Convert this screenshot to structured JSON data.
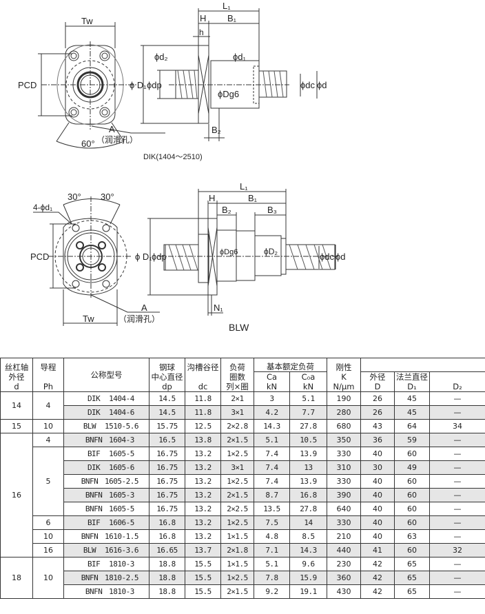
{
  "drawing_top": {
    "tw": "Tw",
    "pcd": "PCD",
    "angle": "60°",
    "a": "A",
    "lube": "（润滑孔）",
    "l1": "L₁",
    "h_upper": "H",
    "b1": "B₁",
    "h_lower": "h",
    "d2": "ϕd₂",
    "d1": "ϕd₁",
    "D1": "ϕ D₁",
    "dp": "ϕdp",
    "dg6": "ϕDg6",
    "dc": "ϕdc",
    "d": "ϕd",
    "b2": "B₂",
    "caption": "DIK(1404～2510)"
  },
  "drawing_bottom": {
    "angle1": "30°",
    "angle2": "30°",
    "holes": "4-ϕd₁",
    "pcd": "PCD",
    "tw": "Tw",
    "a": "A",
    "lube": "（润滑孔）",
    "l1": "L₁",
    "h": "H",
    "b1": "B₁",
    "b2": "B₂",
    "b3": "B₃",
    "D1": "ϕ D₁",
    "dp": "ϕdp",
    "dg6": "ϕDg6",
    "D2": "ϕD₂",
    "dc": "ϕdc",
    "d": "ϕd",
    "n1": "N₁",
    "caption": "BLW"
  },
  "table": {
    "headers": {
      "d": [
        "丝杠轴",
        "外径",
        "d"
      ],
      "ph": [
        "导程",
        "",
        "Ph"
      ],
      "model": [
        "公称型号"
      ],
      "dp": [
        "钢球",
        "中心直径",
        "dp"
      ],
      "dc": [
        "沟槽谷径",
        "",
        "dc"
      ],
      "load": [
        "负荷",
        "圈数",
        "列×圈"
      ],
      "rated": "基本额定负荷",
      "ca": [
        "Ca",
        "kN"
      ],
      "c0a": [
        "C₀a",
        "kN"
      ],
      "k": [
        "刚性",
        "K",
        "N/μm"
      ],
      "D": [
        "外径",
        "D"
      ],
      "D1": [
        "法兰直径",
        "D₁"
      ],
      "D2": [
        "D₂"
      ]
    },
    "groups": [
      {
        "d": "14",
        "leads": [
          {
            "ph": "4",
            "rows": [
              {
                "series": "DIK",
                "model": "1404-4",
                "dp": "14.5",
                "dc": "11.8",
                "turns": "2×1",
                "ca": "3",
                "c0a": "5.1",
                "k": "190",
                "D": "26",
                "D1": "45",
                "D2": "—"
              },
              {
                "series": "DIK",
                "model": "1404-6",
                "dp": "14.5",
                "dc": "11.8",
                "turns": "3×1",
                "ca": "4.2",
                "c0a": "7.7",
                "k": "280",
                "D": "26",
                "D1": "45",
                "D2": "—"
              }
            ]
          }
        ]
      },
      {
        "d": "15",
        "leads": [
          {
            "ph": "10",
            "rows": [
              {
                "series": "BLW",
                "model": "1510-5.6",
                "dp": "15.75",
                "dc": "12.5",
                "turns": "2×2.8",
                "ca": "14.3",
                "c0a": "27.8",
                "k": "680",
                "D": "43",
                "D1": "64",
                "D2": "34"
              }
            ]
          }
        ]
      },
      {
        "d": "16",
        "leads": [
          {
            "ph": "4",
            "rows": [
              {
                "series": "BNFN",
                "model": "1604-3",
                "dp": "16.5",
                "dc": "13.8",
                "turns": "2×1.5",
                "ca": "5.1",
                "c0a": "10.5",
                "k": "350",
                "D": "36",
                "D1": "59",
                "D2": "—"
              }
            ]
          },
          {
            "ph": "5",
            "rows": [
              {
                "series": "BIF",
                "model": "1605-5",
                "dp": "16.75",
                "dc": "13.2",
                "turns": "1×2.5",
                "ca": "7.4",
                "c0a": "13.9",
                "k": "330",
                "D": "40",
                "D1": "60",
                "D2": "—"
              },
              {
                "series": "DIK",
                "model": "1605-6",
                "dp": "16.75",
                "dc": "13.2",
                "turns": "3×1",
                "ca": "7.4",
                "c0a": "13",
                "k": "310",
                "D": "30",
                "D1": "49",
                "D2": "—"
              },
              {
                "series": "BNFN",
                "model": "1605-2.5",
                "dp": "16.75",
                "dc": "13.2",
                "turns": "1×2.5",
                "ca": "7.4",
                "c0a": "13.9",
                "k": "330",
                "D": "40",
                "D1": "60",
                "D2": "—"
              },
              {
                "series": "BNFN",
                "model": "1605-3",
                "dp": "16.75",
                "dc": "13.2",
                "turns": "2×1.5",
                "ca": "8.7",
                "c0a": "16.8",
                "k": "390",
                "D": "40",
                "D1": "60",
                "D2": "—"
              },
              {
                "series": "BNFN",
                "model": "1605-5",
                "dp": "16.75",
                "dc": "13.2",
                "turns": "2×2.5",
                "ca": "13.5",
                "c0a": "27.8",
                "k": "640",
                "D": "40",
                "D1": "60",
                "D2": "—"
              }
            ]
          },
          {
            "ph": "6",
            "rows": [
              {
                "series": "BIF",
                "model": "1606-5",
                "dp": "16.8",
                "dc": "13.2",
                "turns": "1×2.5",
                "ca": "7.5",
                "c0a": "14",
                "k": "330",
                "D": "40",
                "D1": "60",
                "D2": "—"
              }
            ]
          },
          {
            "ph": "10",
            "rows": [
              {
                "series": "BNFN",
                "model": "1610-1.5",
                "dp": "16.8",
                "dc": "13.2",
                "turns": "1×1.5",
                "ca": "4.8",
                "c0a": "8.5",
                "k": "210",
                "D": "40",
                "D1": "63",
                "D2": "—"
              }
            ]
          },
          {
            "ph": "16",
            "rows": [
              {
                "series": "BLW",
                "model": "1616-3.6",
                "dp": "16.65",
                "dc": "13.7",
                "turns": "2×1.8",
                "ca": "7.1",
                "c0a": "14.3",
                "k": "440",
                "D": "41",
                "D1": "60",
                "D2": "32"
              }
            ]
          }
        ]
      },
      {
        "d": "18",
        "leads": [
          {
            "ph": "10",
            "rows": [
              {
                "series": "BIF",
                "model": "1810-3",
                "dp": "18.8",
                "dc": "15.5",
                "turns": "1×1.5",
                "ca": "5.1",
                "c0a": "9.6",
                "k": "230",
                "D": "42",
                "D1": "65",
                "D2": "—"
              },
              {
                "series": "BNFN",
                "model": "1810-2.5",
                "dp": "18.8",
                "dc": "15.5",
                "turns": "1×2.5",
                "ca": "7.8",
                "c0a": "15.9",
                "k": "360",
                "D": "42",
                "D1": "65",
                "D2": "—"
              },
              {
                "series": "BNFN",
                "model": "1810-3",
                "dp": "18.8",
                "dc": "15.5",
                "turns": "2×1.5",
                "ca": "9.2",
                "c0a": "19.1",
                "k": "430",
                "D": "42",
                "D1": "65",
                "D2": "—"
              }
            ]
          }
        ]
      }
    ]
  }
}
